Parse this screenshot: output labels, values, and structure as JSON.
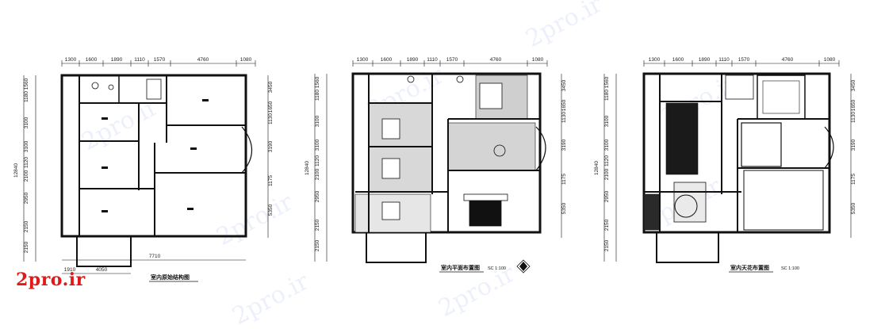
{
  "logo": {
    "text": "2pro.ir",
    "color": "#e01a1a"
  },
  "watermarks": [
    "2pro.ir",
    "2pro.ir",
    "2pro.ir",
    "2pro.ir",
    "2pro.ir",
    "2pro.ir",
    "2pro.ir",
    "2pro.ir"
  ],
  "plans": [
    {
      "title": "室内原始结构图",
      "scale": "",
      "top_dims": [
        "1300",
        "1600",
        "1890",
        "1110",
        "1570",
        "4760",
        "1080"
      ],
      "left_dims": [
        "1560",
        "1180",
        "3100",
        "3100",
        "1120",
        "2100",
        "2950",
        "2150",
        "2150"
      ],
      "left_total": "12840",
      "right_dims": [
        "3450",
        "1650",
        "1130",
        "3190",
        "1175",
        "5350"
      ],
      "bottom_dims": [
        "7710",
        "1910",
        "4050"
      ]
    },
    {
      "title": "室内平面布置图",
      "scale": "SC 1:100",
      "top_dims": [
        "1300",
        "1600",
        "1890",
        "1110",
        "1570",
        "4760",
        "1080"
      ],
      "left_dims": [
        "1560",
        "1180",
        "3100",
        "3100",
        "1120",
        "2100",
        "2950",
        "2150",
        "2150"
      ],
      "left_total": "12840",
      "right_dims": [
        "3450",
        "1650",
        "1130",
        "3190",
        "1175",
        "5350"
      ],
      "bottom_dims": []
    },
    {
      "title": "室内天花布置图",
      "scale": "SC 1:100",
      "top_dims": [
        "1300",
        "1600",
        "1890",
        "1110",
        "1570",
        "4760",
        "1080"
      ],
      "left_dims": [
        "1560",
        "1180",
        "3100",
        "3100",
        "1120",
        "2100",
        "2950",
        "2150",
        "2150"
      ],
      "left_total": "12840",
      "right_dims": [
        "3450",
        "1650",
        "1130",
        "3190",
        "1175",
        "5350"
      ],
      "bottom_dims": []
    }
  ]
}
